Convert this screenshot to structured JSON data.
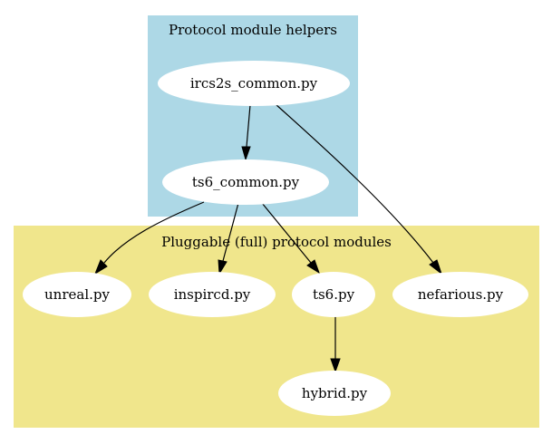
{
  "clusters": {
    "helpers": {
      "title": "Protocol module helpers",
      "color": "#add8e6"
    },
    "modules": {
      "title": "Pluggable (full) protocol modules",
      "color": "#f0e68c"
    }
  },
  "nodes": {
    "ircs2s_common": "ircs2s_common.py",
    "ts6_common": "ts6_common.py",
    "unreal": "unreal.py",
    "inspircd": "inspircd.py",
    "ts6": "ts6.py",
    "nefarious": "nefarious.py",
    "hybrid": "hybrid.py"
  },
  "edges": [
    {
      "from": "ircs2s_common.py",
      "to": "ts6_common.py"
    },
    {
      "from": "ircs2s_common.py",
      "to": "nefarious.py"
    },
    {
      "from": "ts6_common.py",
      "to": "unreal.py"
    },
    {
      "from": "ts6_common.py",
      "to": "inspircd.py"
    },
    {
      "from": "ts6_common.py",
      "to": "ts6.py"
    },
    {
      "from": "ts6.py",
      "to": "hybrid.py"
    }
  ]
}
